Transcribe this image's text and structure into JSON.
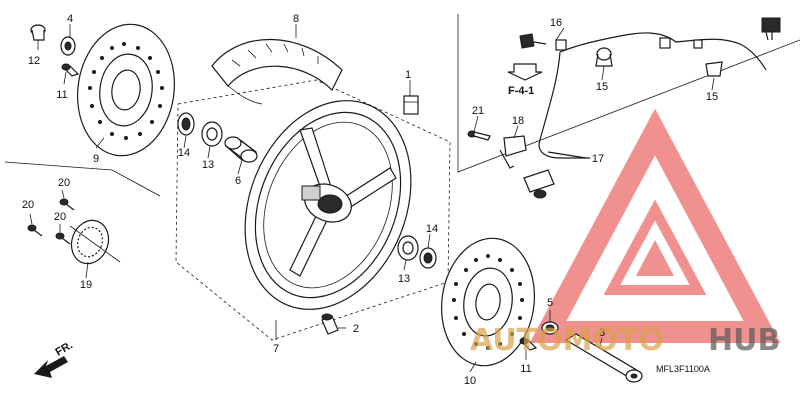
{
  "diagram": {
    "code": "MFL3F1100A",
    "ref_label": "F-4-1",
    "front_label": "FR.",
    "parts": [
      {
        "id": "n1",
        "label": "1"
      },
      {
        "id": "n2",
        "label": "2"
      },
      {
        "id": "n3",
        "label": "3"
      },
      {
        "id": "n4",
        "label": "4"
      },
      {
        "id": "n5",
        "label": "5"
      },
      {
        "id": "n6",
        "label": "6"
      },
      {
        "id": "n7",
        "label": "7"
      },
      {
        "id": "n8",
        "label": "8"
      },
      {
        "id": "n9",
        "label": "9"
      },
      {
        "id": "n10",
        "label": "10"
      },
      {
        "id": "n11a",
        "label": "11"
      },
      {
        "id": "n11b",
        "label": "11"
      },
      {
        "id": "n12",
        "label": "12"
      },
      {
        "id": "n13a",
        "label": "13"
      },
      {
        "id": "n13b",
        "label": "13"
      },
      {
        "id": "n14a",
        "label": "14"
      },
      {
        "id": "n14b",
        "label": "14"
      },
      {
        "id": "n15a",
        "label": "15"
      },
      {
        "id": "n15b",
        "label": "15"
      },
      {
        "id": "n16",
        "label": "16"
      },
      {
        "id": "n17",
        "label": "17"
      },
      {
        "id": "n18",
        "label": "18"
      },
      {
        "id": "n19",
        "label": "19"
      },
      {
        "id": "n20a",
        "label": "20"
      },
      {
        "id": "n20b",
        "label": "20"
      },
      {
        "id": "n20c",
        "label": "20"
      },
      {
        "id": "n21",
        "label": "21"
      }
    ]
  },
  "watermark": {
    "part1": "AUTOMOTO",
    "part2": "HUB",
    "color_accent": "#e53935",
    "color_gold": "#d9a24a",
    "color_dark": "#5a5a5a"
  }
}
